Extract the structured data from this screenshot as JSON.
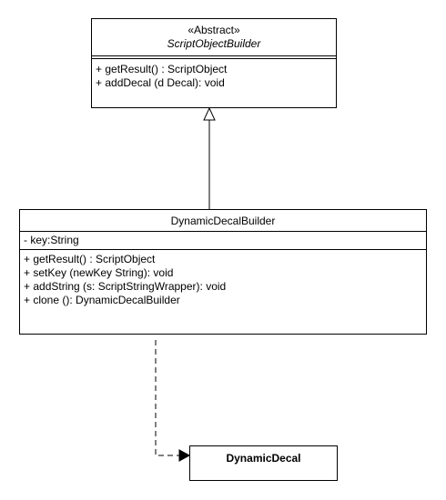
{
  "abstract_class": {
    "stereotype": "«Abstract»",
    "name": "ScriptObjectBuilder",
    "operations": [
      "+ getResult() : ScriptObject",
      "+ addDecal (d Decal): void"
    ]
  },
  "builder_class": {
    "name": "DynamicDecalBuilder",
    "attributes": [
      "- key:String"
    ],
    "operations": [
      "+ getResult() : ScriptObject",
      "+ setKey (newKey String): void",
      "+ addString (s: ScriptStringWrapper): void",
      "+ clone (): DynamicDecalBuilder"
    ]
  },
  "decal_class": {
    "name": "DynamicDecal"
  },
  "relationships": [
    {
      "type": "generalization",
      "from": "DynamicDecalBuilder",
      "to": "ScriptObjectBuilder"
    },
    {
      "type": "dependency",
      "from": "DynamicDecalBuilder",
      "to": "DynamicDecal"
    }
  ],
  "colors": {
    "line": "#000000",
    "fill": "#ffffff"
  }
}
